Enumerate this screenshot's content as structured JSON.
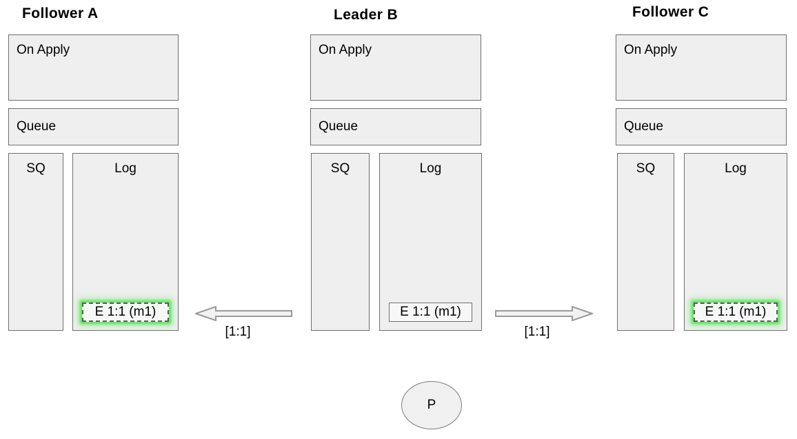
{
  "diagram": {
    "nodes": [
      {
        "title": "Follower A",
        "on_apply_label": "On Apply",
        "queue_label": "Queue",
        "sq_label": "SQ",
        "log_label": "Log",
        "log_entries": [
          {
            "text": "E 1:1 (m1)",
            "highlighted": true
          }
        ]
      },
      {
        "title": "Leader B",
        "on_apply_label": "On Apply",
        "queue_label": "Queue",
        "sq_label": "SQ",
        "log_label": "Log",
        "log_entries": [
          {
            "text": "E 1:1 (m1)",
            "highlighted": false
          }
        ]
      },
      {
        "title": "Follower C",
        "on_apply_label": "On Apply",
        "queue_label": "Queue",
        "sq_label": "SQ",
        "log_label": "Log",
        "log_entries": [
          {
            "text": "E 1:1 (m1)",
            "highlighted": true
          }
        ]
      }
    ],
    "arrows": [
      {
        "direction": "left",
        "label": "[1:1]"
      },
      {
        "direction": "right",
        "label": "[1:1]"
      }
    ],
    "proposer": {
      "label": "P"
    },
    "colors": {
      "box_fill": "#efefef",
      "box_border": "#6e6e6e",
      "entry_fill": "#f7f7f7",
      "highlight_glow": "#4ce64c",
      "text": "#000000"
    }
  }
}
